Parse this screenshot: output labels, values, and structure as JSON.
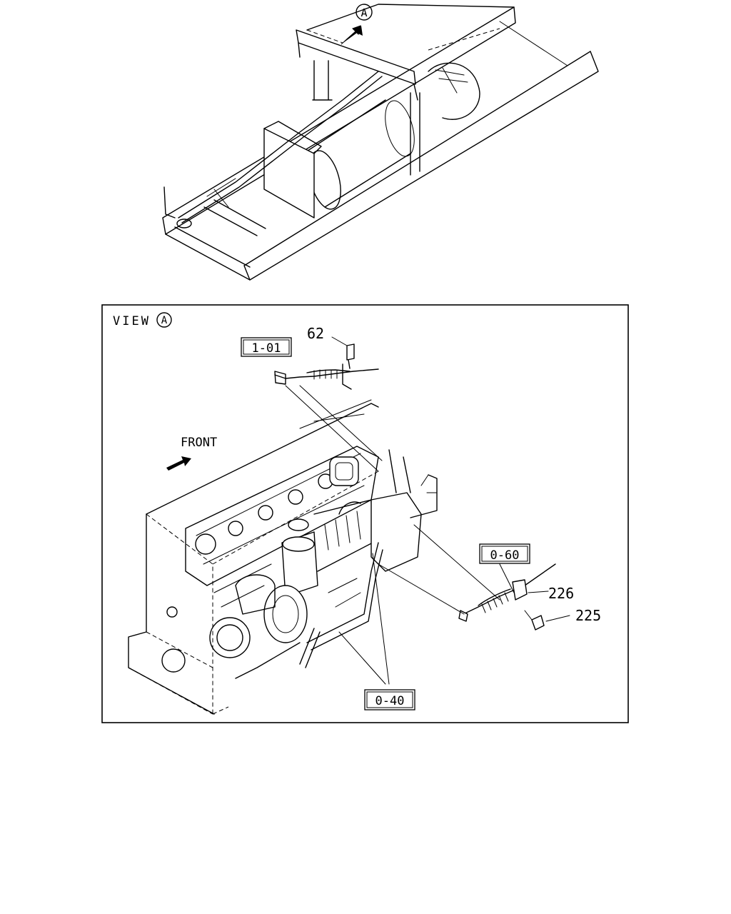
{
  "top_callout": "A",
  "view_panel": {
    "view_label": "VIEW",
    "view_callout": "A",
    "front_label": "FRONT"
  },
  "part_refs": {
    "ref_1_01": "1-01",
    "ref_0_60": "0-60",
    "ref_0_40": "0-40"
  },
  "part_numbers": {
    "p62": "62",
    "p226": "226",
    "p225": "225"
  }
}
